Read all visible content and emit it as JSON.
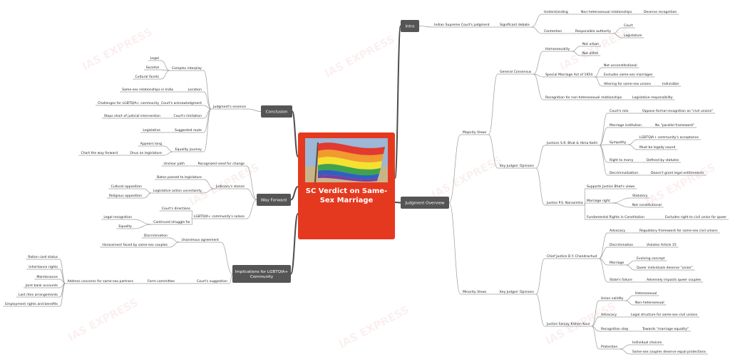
{
  "center": {
    "title": "SC Verdict on Same-Sex Marriage"
  },
  "watermark": "IAS EXPRESS",
  "colors": {
    "center": "#e5391f",
    "main_node": "#555555",
    "line_left": "#4d4d4d",
    "line_right": "#4d4d4d"
  },
  "main": {
    "intro": "Intro",
    "overview": "Judgment Overview",
    "conclusion": "Conclusion",
    "forward": "Way Forward",
    "implications": "Implications for LGBTQIA+ Community"
  },
  "labels": {
    "intro_judgment": "Indian Supreme Court's judgment",
    "significant_debate": "Significant debate",
    "understanding": "Understanding",
    "nonhetero_rel": "Non-heterosexual relationships",
    "deserve_recog": "Deserve recognition",
    "contention": "Contention",
    "resp_authority": "Responsible authority",
    "court": "Court",
    "legislature": "Legislature",
    "majority_views": "Majority Views",
    "general_consensus": "General Consensus",
    "homosexuality": "Homosexuality",
    "not_urban": "Not urban",
    "not_elitist": "Not elitist",
    "sma": "Special Marriage Act of 1954",
    "not_unconst": "Not unconstitutional",
    "excludes_ss": "Excludes same-sex marriages",
    "altering_ss": "Altering for same-sex unions",
    "indivisible": "Indivisible",
    "recog_nonhetero": "Recognition for non-heterosexual relationships",
    "leg_resp": "Legislative responsibility",
    "key_judges_maj": "Key Judges' Opinions",
    "bhat_kohli": "Justices S.R. Bhat & Hima Kohli",
    "courts_role": "Court's role",
    "oppose_formal": "Oppose formal recognition as \"civil unions\"",
    "marriage_inst": "Marriage institution",
    "no_parallel": "No \"parallel framework\"",
    "sympathy": "Sympathy",
    "lgbtqia_accept": "LGBTQIA+ community's acceptance",
    "must_legally": "Must be legally sound",
    "right_marry": "Right to marry",
    "defined_statutes": "Defined by statutes",
    "decriminalization": "Decriminalization",
    "doesnt_grant": "Doesn't grant legal entitlements",
    "narasimha": "Justice P.S. Narasimha",
    "supports_bhat": "Supports Justice Bhat's views",
    "marriage_right": "Marriage right",
    "statutory": "Statutory",
    "not_const": "Not constitutional",
    "fund_rights": "Fundamental Rights in Constitution",
    "excludes_right": "Excludes right to civil union for queer",
    "minority_views": "Minority Views",
    "key_judges_min": "Key Judges' Opinions",
    "chandrachud": "Chief Justice D.Y. Chandrachud",
    "advocacy_c": "Advocacy",
    "reg_framework": "Regulatory framework for same-sex civil unions",
    "discrimination_c": "Discrimination",
    "violates_14": "Violates Article 15",
    "marriage_c": "Marriage",
    "evolving": "Evolving concept",
    "queer_deserve": "Queer individuals deserve \"union\"",
    "states_failure": "State's failure",
    "adversely": "Adversely impacts queer couples",
    "kaul": "Justice Sanjay Kishan Kaul",
    "union_validity": "Union validity",
    "heterosexual": "Heterosexual",
    "non_hetero": "Non-heterosexual",
    "advocacy_k": "Advocacy",
    "legal_structure": "Legal structure for same-sex civil unions",
    "recog_step": "Recognition step",
    "towards_eq": "Towards \"marriage equality\"",
    "protection": "Protection",
    "indiv_choices": "Individual choices",
    "ss_couples_deserve": "Same-sex couples deserve equal protections",
    "judgments_essence": "Judgment's essence",
    "complex_interplay": "Complex interplay",
    "legal": "Legal",
    "societal": "Societal",
    "cultural_facets": "Cultural facets",
    "location": "Location",
    "ss_india": "Same-sex relationships in India",
    "courts_ack": "Court's acknowledgment",
    "challenges": "Challenges for LGBTQIA+ community",
    "courts_limit": "Court's limitation",
    "stops_short": "Stops short of judicial intervention",
    "suggested_route": "Suggested route",
    "legislative": "Legislative",
    "equality_journey": "Equality journey",
    "appears_long": "Appears long",
    "onus_leg": "Onus on legislature",
    "chart_way": "Chart the way forward",
    "recognized_need": "Recognized need for change",
    "unclear_path": "Unclear path",
    "judiciary_stance": "Judiciary's stance",
    "baton": "Baton passed to legislature",
    "leg_uncertainty": "Legislative action uncertainty",
    "cultural_opp": "Cultural opposition",
    "religious_opp": "Religious opposition",
    "lgbtqia_solace": "LGBTQIA+ community's solace",
    "courts_directions": "Court's directions",
    "cont_struggle": "Continued struggle for",
    "legal_recog": "Legal recognition",
    "equality": "Equality",
    "unanimous": "Unanimous agreement",
    "discrimination_i": "Discrimination",
    "harassment": "Harassment faced by same-sex couples",
    "courts_suggestion": "Court's suggestion",
    "form_committee": "Form committee",
    "address_concerns": "Address concerns for same-sex partners",
    "ration_card": "Ration card status",
    "inheritance": "Inheritance rights",
    "maintenance": "Maintenance",
    "joint_bank": "Joint bank accounts",
    "last_rites": "Last rites arrangements",
    "employment": "Employment rights and benefits"
  }
}
